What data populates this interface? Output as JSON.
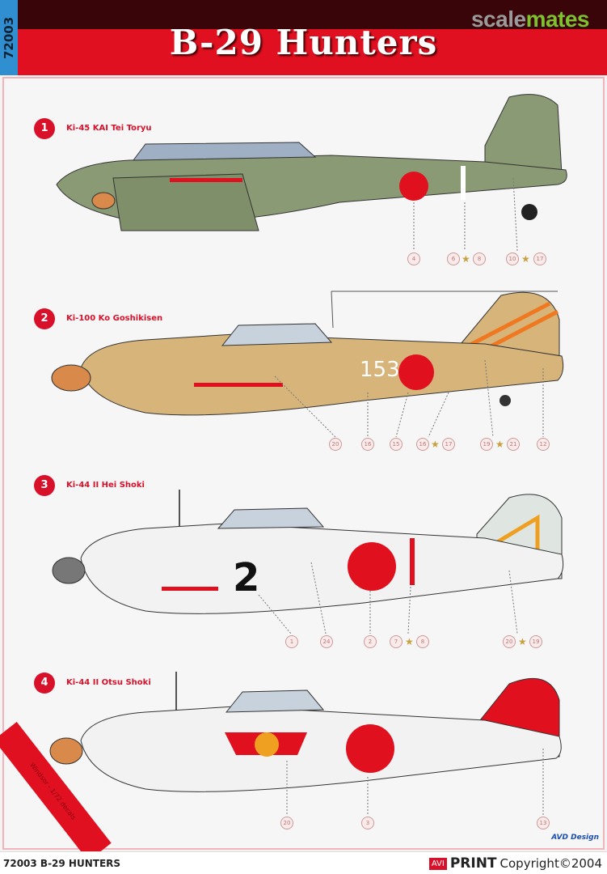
{
  "header": {
    "title": "B-29 Hunters",
    "code": "72003",
    "watermark": {
      "part1": "scale",
      "part2": "mates"
    }
  },
  "profiles": [
    {
      "number": "1",
      "name": "Ki-45 KAI Tei Toryu",
      "body_color": "#8a9a74",
      "callouts": [
        "4",
        "6",
        "8",
        "10",
        "17"
      ]
    },
    {
      "number": "2",
      "name": "Ki-100 Ko Goshikisen",
      "body_color": "#d6b47a",
      "fuselage_code": "153",
      "callouts": [
        "20",
        "16",
        "15",
        "16",
        "17",
        "19",
        "21",
        "12"
      ]
    },
    {
      "number": "3",
      "name": "Ki-44 II Hei Shoki",
      "body_color": "#f2f2f2",
      "fuselage_code": "2",
      "callouts": [
        "1",
        "24",
        "2",
        "7",
        "8",
        "20",
        "19"
      ]
    },
    {
      "number": "4",
      "name": "Ki-44 II Otsu Shoki",
      "body_color": "#f2f2f2",
      "callouts": [
        "20",
        "3",
        "13"
      ]
    }
  ],
  "colors": {
    "hinomaru": "#e0101e",
    "accent": "#e01020"
  },
  "corner_ribbon": "Windsor - 1/72 decals",
  "footer": {
    "left": "72003 B-29 HUNTERS",
    "brand_box": "AVI",
    "brand": "PRINT",
    "copyright": "Copyright©2004",
    "design": "AVD Design"
  }
}
